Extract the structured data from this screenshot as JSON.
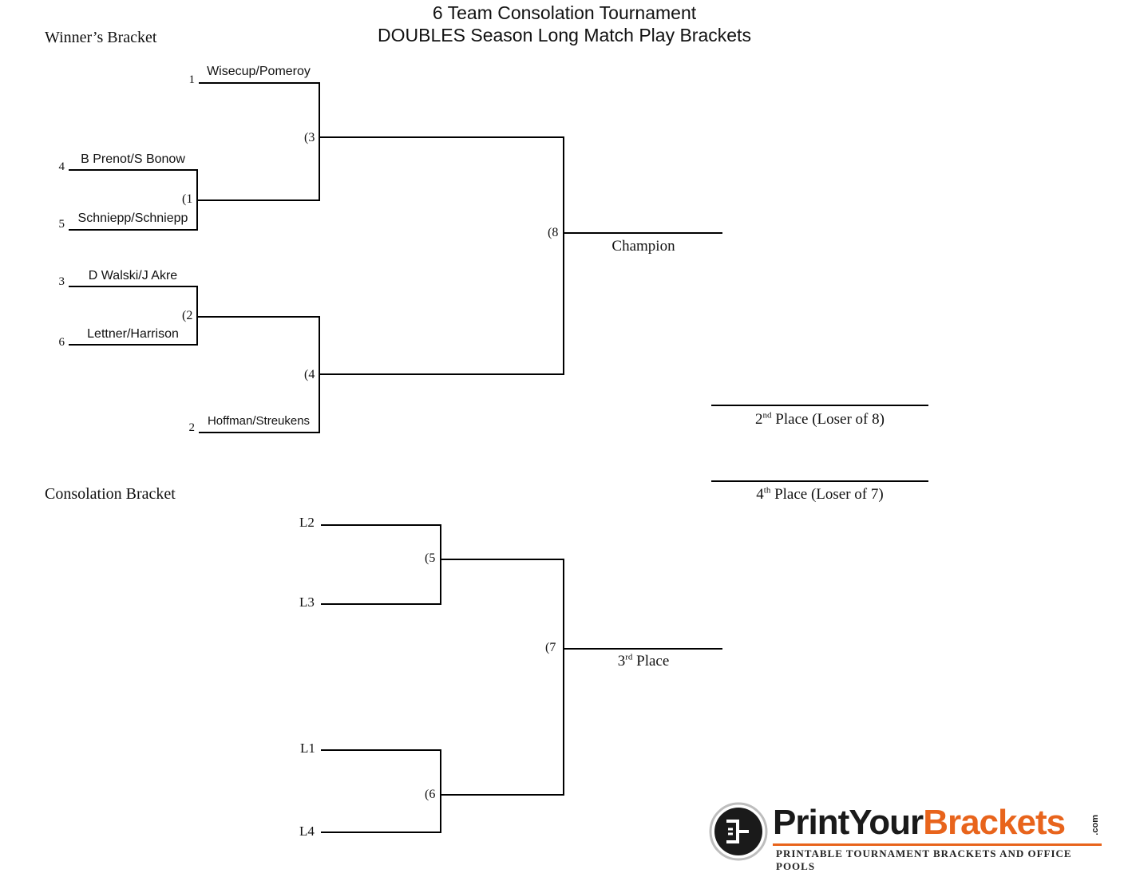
{
  "header": {
    "title_line1": "6 Team Consolation Tournament",
    "title_line2": "DOUBLES Season Long Match Play Brackets"
  },
  "winners_bracket": {
    "label": "Winner’s Bracket",
    "teams": [
      {
        "seed": "1",
        "name": "Wisecup/Pomeroy"
      },
      {
        "seed": "4",
        "name": "B Prenot/S Bonow"
      },
      {
        "seed": "5",
        "name": "Schniepp/Schniepp"
      },
      {
        "seed": "3",
        "name": "D Walski/J Akre"
      },
      {
        "seed": "6",
        "name": "Lettner/Harrison"
      },
      {
        "seed": "2",
        "name": "Hoffman/Streukens"
      }
    ],
    "games": {
      "g1": "(1",
      "g2": "(2",
      "g3": "(3",
      "g4": "(4",
      "g8": "(8"
    },
    "champion_label": "Champion"
  },
  "places": {
    "second": {
      "num": "2",
      "suffix": "nd",
      "text": "Place (Loser of 8)"
    },
    "fourth": {
      "num": "4",
      "suffix": "th",
      "text": "Place (Loser of 7)"
    }
  },
  "consolation_bracket": {
    "label": "Consolation Bracket",
    "losers": {
      "l2": "L2",
      "l3": "L3",
      "l1": "L1",
      "l4": "L4"
    },
    "games": {
      "g5": "(5",
      "g6": "(6",
      "g7": "(7"
    },
    "third": {
      "num": "3",
      "suffix": "rd",
      "text": "Place"
    }
  },
  "logo": {
    "part1": "PrintYour",
    "part2": "Brackets",
    "dotcom": ".com",
    "tagline": "PRINTABLE TOURNAMENT BRACKETS AND OFFICE POOLS",
    "colors": {
      "dark": "#1a1a1a",
      "orange": "#e8641c"
    }
  }
}
